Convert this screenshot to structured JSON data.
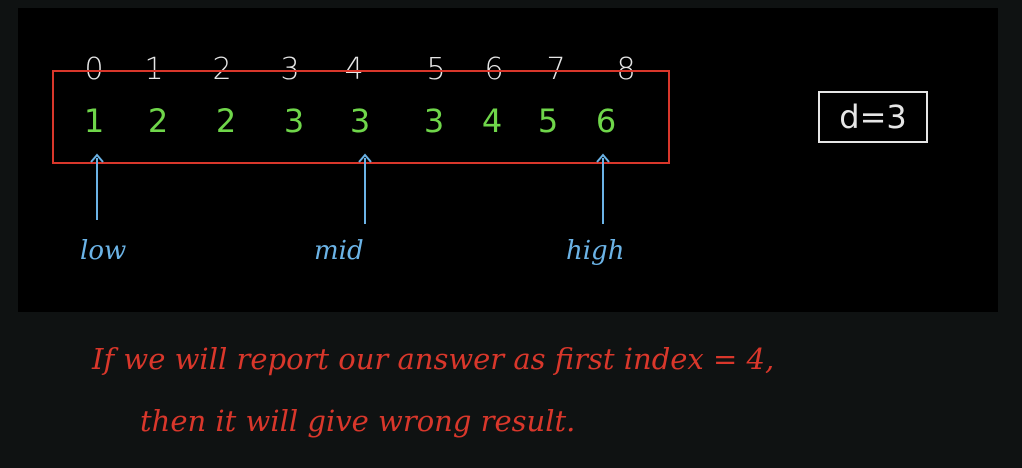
{
  "array": {
    "indices": [
      "0",
      "1",
      "2",
      "3",
      "4",
      "5",
      "6",
      "7",
      "8"
    ],
    "values": [
      "1",
      "2",
      "2",
      "3",
      "3",
      "3",
      "4",
      "5",
      "6"
    ]
  },
  "pointers": {
    "low": "low",
    "mid": "mid",
    "high": "high"
  },
  "difference": "d=3",
  "note": {
    "line1": "If we will report our answer as first index = 4,",
    "line2": "then it will give wrong result."
  },
  "colors": {
    "index_text": "#e6e6e6",
    "values": "#6fd64a",
    "box_border": "#d9372b",
    "pointers": "#6bb3e6",
    "note_text": "#d9372b"
  }
}
